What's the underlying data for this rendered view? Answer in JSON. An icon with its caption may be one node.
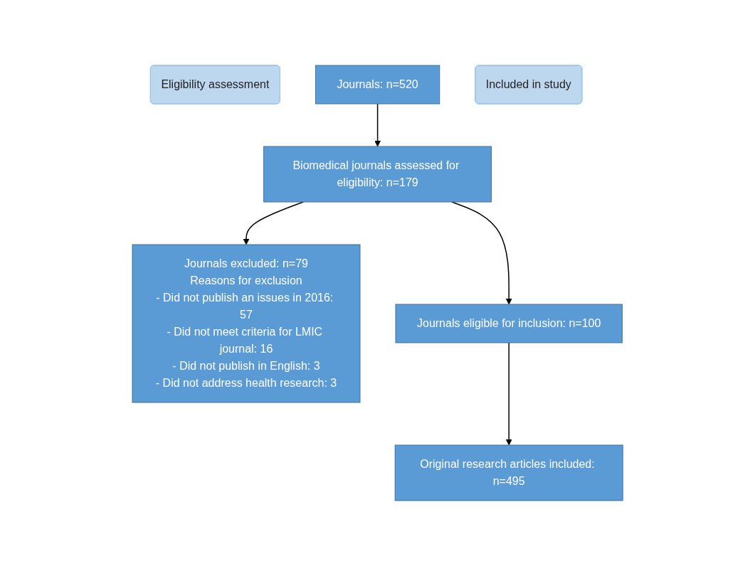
{
  "diagram": {
    "nodes": [
      {
        "text": [
          "Eligibility assessment"
        ]
      },
      {
        "text": [
          "Journals: n=520"
        ]
      },
      {
        "text": [
          "Biomedical journals assessed for eligibility: n=179"
        ]
      },
      {
        "text": [
          "Journals excluded: n=79",
          "Reasons for exclusion",
          "- Did not publish an issues in 2016: 57",
          "- Did not meet criteria for LMIC journal: 16",
          "- Did not publish in English: 3",
          "- Did not address health research: 3"
        ]
      },
      {
        "text": [
          "Included in study"
        ]
      },
      {
        "text": [
          "Journals eligible for inclusion: n=100"
        ]
      },
      {
        "text": [
          "Original research articles included: n=495"
        ]
      }
    ],
    "edges": [
      {
        "from": 1,
        "to": 2,
        "arrow": "to"
      },
      {
        "from": 2,
        "to": 5,
        "arrow": "to"
      },
      {
        "from": 2,
        "to": 3,
        "arrow": "to"
      },
      {
        "from": 5,
        "to": 6,
        "arrow": "to"
      }
    ]
  }
}
